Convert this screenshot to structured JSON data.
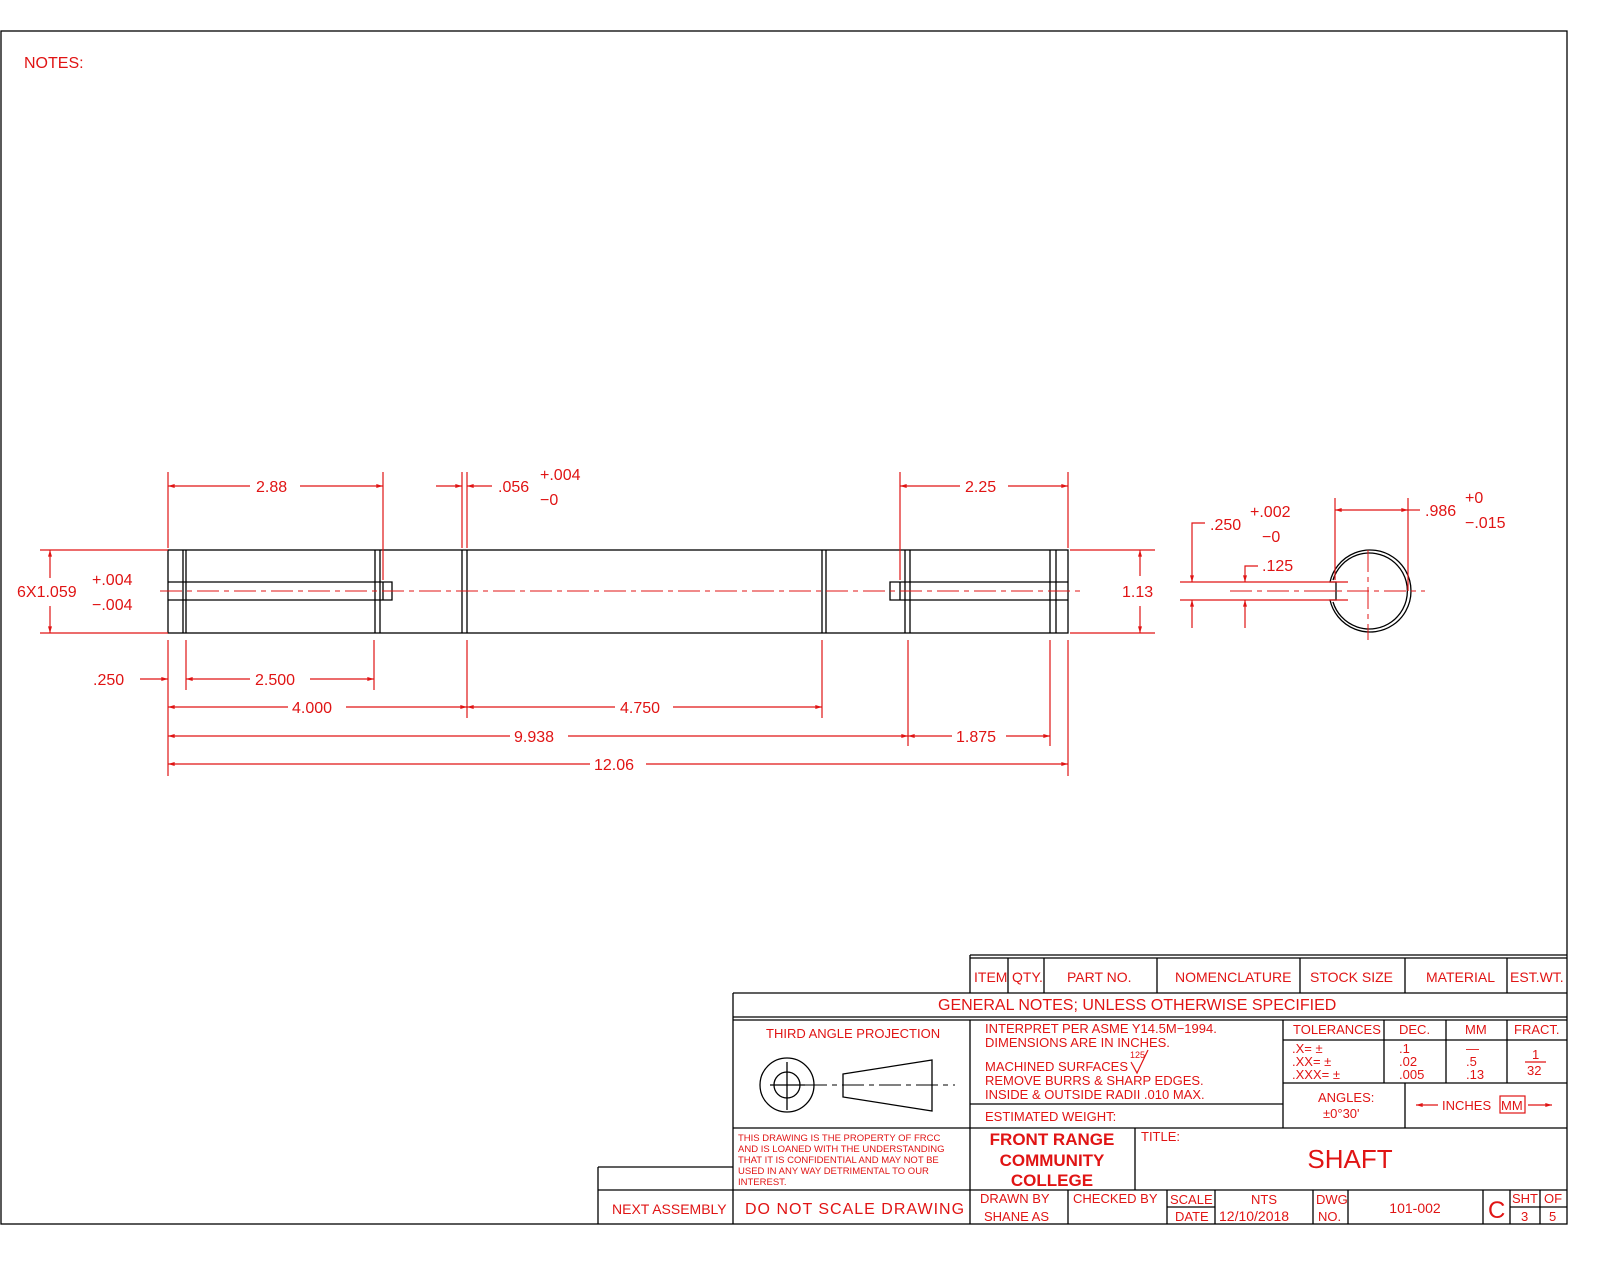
{
  "notes_label": "NOTES:",
  "colors": {
    "ink": "#e01414",
    "line": "#000000"
  },
  "dimensions": {
    "d288": "2.88",
    "d056": ".056",
    "d056_plus": "+.004",
    "d056_minus": "−0",
    "d225": "2.25",
    "dia": "6X1.059",
    "dia_plus": "+.004",
    "dia_minus": "−.004",
    "d113": "1.13",
    "d250_end": ".250",
    "d2500": "2.500",
    "d4000": "4.000",
    "d4750": "4.750",
    "d9938": "9.938",
    "d1875": "1.875",
    "d1206": "12.06",
    "key_width": ".250",
    "key_width_plus": "+.002",
    "key_width_minus": "−0",
    "key_depth": ".125",
    "flat": ".986",
    "flat_plus": "+0",
    "flat_minus": "−.015"
  },
  "parts_list": {
    "headers": [
      "ITEM",
      "QTY.",
      "PART NO.",
      "NOMENCLATURE",
      "STOCK SIZE",
      "MATERIAL",
      "EST.WT."
    ]
  },
  "title_block": {
    "general_notes": "GENERAL NOTES; UNLESS OTHERWISE SPECIFIED",
    "projection": "THIRD ANGLE PROJECTION",
    "notes": [
      "INTERPRET PER ASME Y14.5M−1994.",
      "DIMENSIONS ARE IN INCHES.",
      "MACHINED SURFACES",
      "REMOVE BURRS & SHARP EDGES.",
      "INSIDE & OUTSIDE RADII .010 MAX."
    ],
    "surface_finish": "125",
    "estimated_weight": "ESTIMATED WEIGHT:",
    "tolerances": {
      "header": "TOLERANCES",
      "dec": "DEC.",
      "mm": "MM",
      "fract": "FRACT.",
      "rows": [
        ".X= ±",
        ".XX= ±",
        ".XXX= ±"
      ],
      "dec_values": [
        ".1",
        ".02",
        ".005"
      ],
      "mm_values": [
        "—",
        ".5",
        ".13"
      ],
      "fract_num": "1",
      "fract_den": "32",
      "angles_label": "ANGLES:",
      "angles_value": "±0°30'",
      "units_inches": "INCHES",
      "units_mm": "MM"
    },
    "property": [
      "THIS DRAWING IS THE PROPERTY OF FRCC",
      "AND IS LOANED WITH THE UNDERSTANDING",
      "THAT IT IS CONFIDENTIAL AND MAY NOT BE",
      "USED IN ANY WAY DETRIMENTAL TO OUR",
      "INTEREST."
    ],
    "school": [
      "FRONT RANGE",
      "COMMUNITY",
      "COLLEGE"
    ],
    "title_label": "TITLE:",
    "title": "SHAFT",
    "next_assembly": "NEXT ASSEMBLY",
    "do_not_scale": "DO NOT SCALE DRAWING",
    "drawn_by_label": "DRAWN BY",
    "drawn_by": "SHANE AS",
    "checked_by_label": "CHECKED BY",
    "scale_label": "SCALE",
    "scale": "NTS",
    "date_label": "DATE",
    "date": "12/10/2018",
    "dwg_label": "DWG",
    "no_label": "NO.",
    "dwg_no": "101-002",
    "size": "C",
    "sht_label": "SHT",
    "sht": "3",
    "of_label": "OF",
    "of": "5"
  }
}
